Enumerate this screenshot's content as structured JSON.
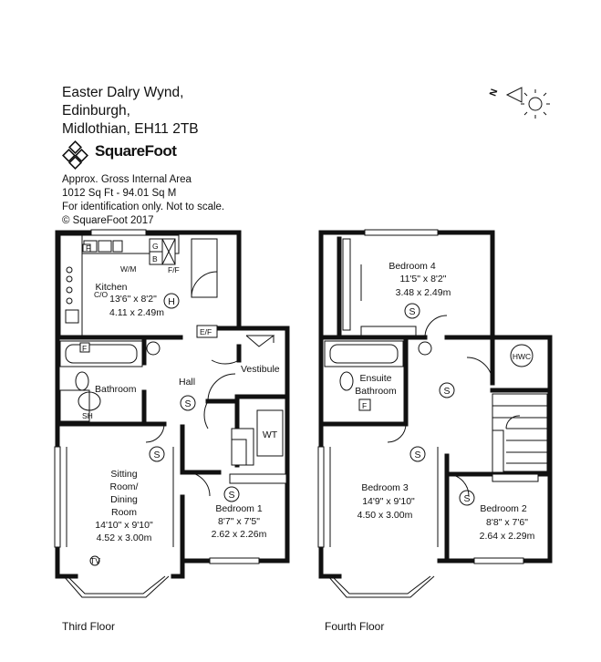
{
  "address": {
    "line1": "Easter Dalry Wynd,",
    "line2": "Edinburgh,",
    "line3": "Midlothian, EH11 2TB"
  },
  "brand": {
    "logo_text": "SquareFoot"
  },
  "info": {
    "line1": "Approx. Gross Internal Area",
    "line2": "1012 Sq Ft  -  94.01 Sq M",
    "line3": "For identification only. Not to scale.",
    "line4": "© SquareFoot 2017"
  },
  "compass": {
    "icon": "north-compass-icon",
    "letter": "N"
  },
  "third_floor": {
    "label": "Third Floor",
    "kitchen": {
      "name": "Kitchen",
      "imperial": "13'6\" x 8'2\"",
      "metric": "4.11 x 2.49m"
    },
    "bathroom": {
      "name": "Bathroom"
    },
    "hall": {
      "name": "Hall"
    },
    "vestibule": {
      "name": "Vestibule"
    },
    "wt": {
      "name": "WT"
    },
    "sitting": {
      "line1": "Sitting",
      "line2": "Room/",
      "line3": "Dining",
      "line4": "Room",
      "imperial": "14'10\" x 9'10\"",
      "metric": "4.52 x 3.00m"
    },
    "bedroom1": {
      "name": "Bedroom 1",
      "imperial": "8'7\" x 7'5\"",
      "metric": "2.62 x 2.26m"
    },
    "labels": {
      "wm": "W/M",
      "ff": "F/F",
      "co": "C/O",
      "ef": "E/F",
      "h": "H",
      "s": "S",
      "g": "G",
      "b": "B",
      "f": "F",
      "sh": "SH",
      "tv": "TV"
    }
  },
  "fourth_floor": {
    "label": "Fourth Floor",
    "bedroom4": {
      "name": "Bedroom 4",
      "imperial": "11'5\" x 8'2\"",
      "metric": "3.48 x 2.49m"
    },
    "ensuite": {
      "line1": "Ensuite",
      "line2": "Bathroom"
    },
    "hwc": {
      "name": "HWC"
    },
    "bedroom3": {
      "name": "Bedroom 3",
      "imperial": "14'9\" x 9'10\"",
      "metric": "4.50 x 3.00m"
    },
    "bedroom2": {
      "name": "Bedroom 2",
      "imperial": "8'8\" x 7'6\"",
      "metric": "2.64 x 2.29m"
    },
    "labels": {
      "s": "S",
      "f": "F"
    }
  }
}
